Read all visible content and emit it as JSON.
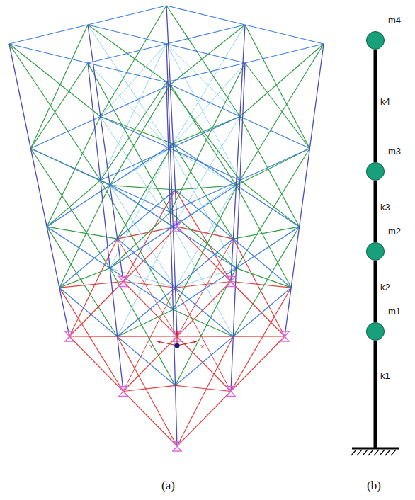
{
  "diagram": {
    "nodes": [
      {
        "text": [
          "m4"
        ]
      },
      {
        "text": [
          "m3"
        ]
      },
      {
        "text": [
          "m2"
        ]
      },
      {
        "text": [
          "m1"
        ]
      }
    ],
    "edges": [
      {
        "from": 0,
        "to": 1,
        "arrow": "none",
        "label": "k4"
      },
      {
        "from": 1,
        "to": 2,
        "arrow": "none",
        "label": "k3"
      },
      {
        "from": 2,
        "to": 3,
        "arrow": "none",
        "label": "k2"
      }
    ],
    "labels": [
      "Y",
      "X",
      "k1",
      "(a)",
      "(b)"
    ]
  }
}
